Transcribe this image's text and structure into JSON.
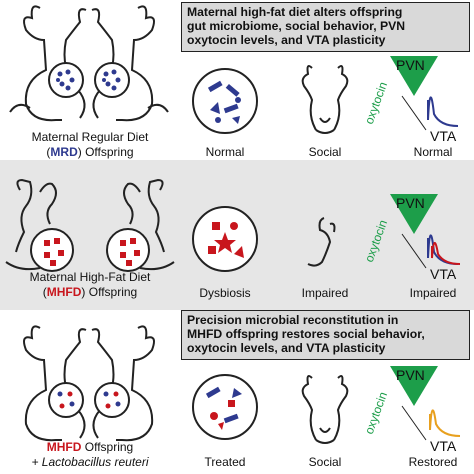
{
  "colors": {
    "blue": "#2e3a8f",
    "red": "#c8161d",
    "green": "#1d9e4a",
    "navy": "#1a2a7a",
    "orange": "#e8a01e",
    "band": "#e6e6e6",
    "callout": "#d9d9d9"
  },
  "callouts": {
    "top": [
      "Maternal high-fat diet alters offspring",
      "gut microbiome, social behavior, PVN",
      "oxytocin levels, and VTA plasticity"
    ],
    "bottom": [
      "Precision microbial reconstitution in",
      "MHFD offspring restores social behavior,",
      "oxytocin levels, and VTA plasticity"
    ]
  },
  "rows": [
    {
      "id": "mrd",
      "group_line1": "Maternal Regular Diet",
      "group_abbr": "MRD",
      "group_suffix": " Offspring",
      "microbiome": "Normal",
      "behavior": "Social",
      "plasticity": "Normal"
    },
    {
      "id": "mhfd",
      "group_line1": "Maternal High-Fat Diet",
      "group_abbr": "MHFD",
      "group_suffix": " Offspring",
      "microbiome": "Dysbiosis",
      "behavior": "Impaired",
      "plasticity": "Impaired"
    },
    {
      "id": "treated",
      "group_abbr": "MHFD",
      "group_suffix": " Offspring",
      "group_line2": "+ Lactobacillus reuteri",
      "microbiome": "Treated",
      "behavior": "Social",
      "plasticity": "Restored"
    }
  ],
  "circuit": {
    "pvn": "PVN",
    "oxytocin": "oxytocin",
    "vta": "VTA"
  }
}
